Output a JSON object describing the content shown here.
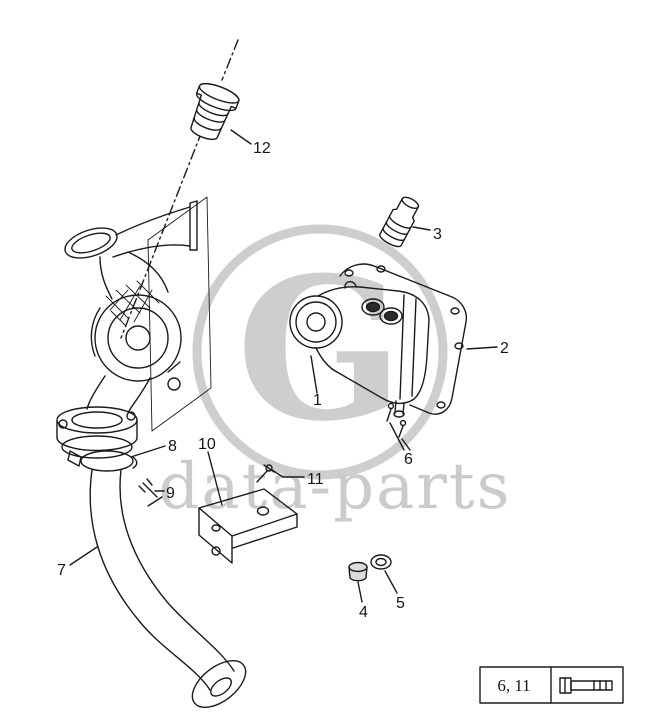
{
  "watermark": {
    "letter": "G",
    "text": "data-parts",
    "color": "#c9c9c9"
  },
  "diagram": {
    "background": "#ffffff",
    "line_color": "#1b1b1b",
    "type": "exploded-parts-diagram"
  },
  "callouts": [
    {
      "label": "12"
    },
    {
      "label": "3"
    },
    {
      "label": "2"
    },
    {
      "label": "1"
    },
    {
      "label": "6"
    },
    {
      "label": "8"
    },
    {
      "label": "10"
    },
    {
      "label": "9"
    },
    {
      "label": "11"
    },
    {
      "label": "7"
    },
    {
      "label": "4"
    },
    {
      "label": "5"
    }
  ],
  "legend": {
    "label": "6, 11",
    "icon": "bolt-icon"
  }
}
